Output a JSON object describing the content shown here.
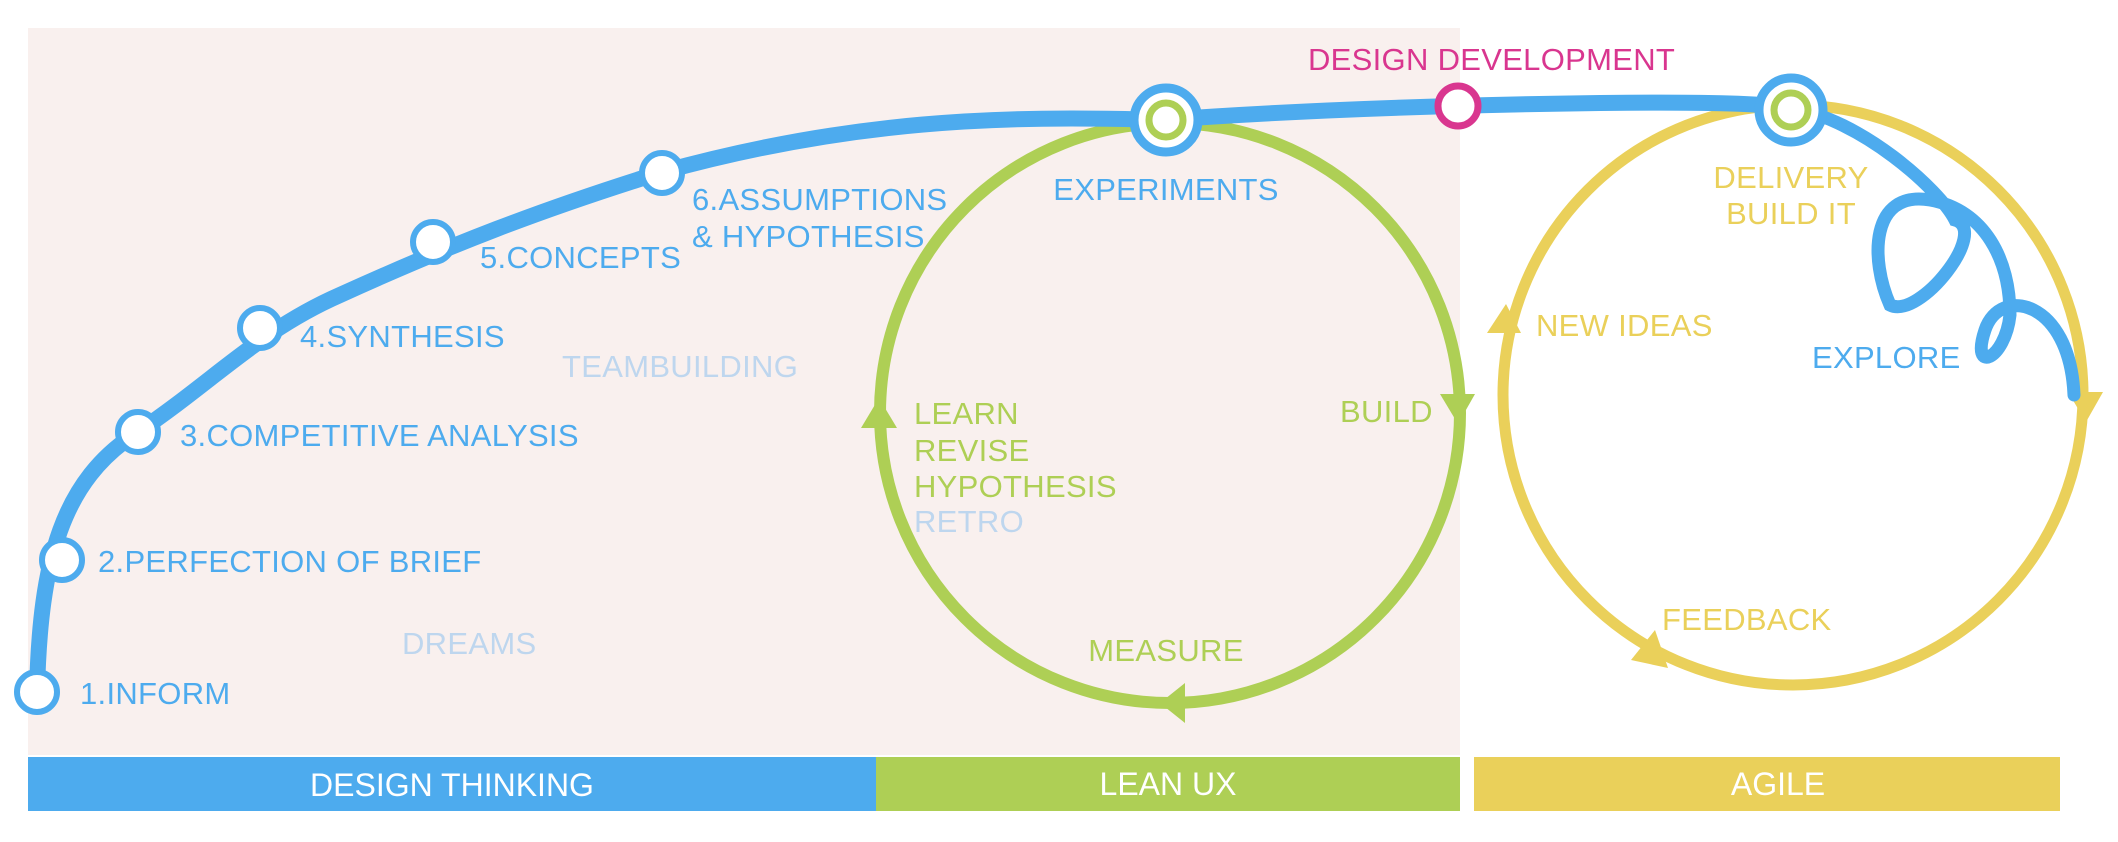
{
  "colors": {
    "blue": "#4dabee",
    "green": "#aecf55",
    "yellow": "#ead05a",
    "magenta": "#d9368f",
    "pale_blue": "#bed6ee",
    "panel_bg": "#f9f0ee",
    "white": "#ffffff"
  },
  "steps": [
    {
      "label": "1.INFORM"
    },
    {
      "label": "2.PERFECTION OF BRIEF"
    },
    {
      "label": "3.COMPETITIVE ANALYSIS"
    },
    {
      "label": "4.SYNTHESIS"
    },
    {
      "label": "5.CONCEPTS"
    },
    {
      "label": "6.ASSUMPTIONS",
      "label2": "& HYPOTHESIS"
    }
  ],
  "soft_labels": {
    "dreams": "DREAMS",
    "teambuilding": "TEAMBUILDING",
    "retro": "RETRO"
  },
  "milestone": {
    "label": "DESIGN DEVELOPMENT"
  },
  "lean_cycle": {
    "experiments": "EXPERIMENTS",
    "build": "BUILD",
    "measure": "MEASURE",
    "learn_lines": [
      "LEARN",
      "REVISE",
      "HYPOTHESIS"
    ]
  },
  "agile_cycle": {
    "delivery_lines": [
      "DELIVERY",
      "BUILD IT"
    ],
    "new_ideas": "NEW IDEAS",
    "feedback": "FEEDBACK",
    "explore": "EXPLORE"
  },
  "phases": [
    {
      "label": "DESIGN THINKING"
    },
    {
      "label": "LEAN UX"
    },
    {
      "label": "AGILE"
    }
  ]
}
